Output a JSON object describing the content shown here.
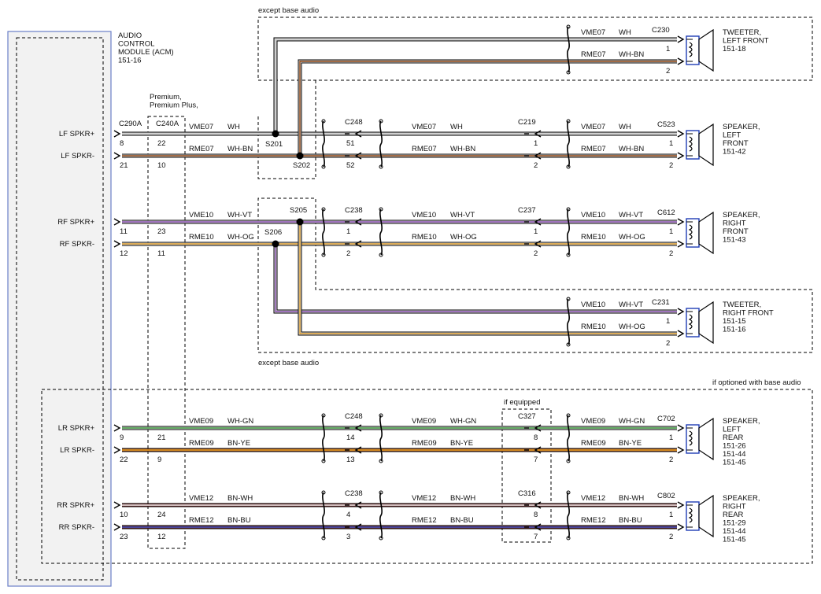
{
  "module": {
    "title": "AUDIO\nCONTROL\nMODULE (ACM)\n151-16"
  },
  "connectors": {
    "acm": "C290A",
    "premium": "C240A",
    "premium_note": "Premium,\nPremium Plus,"
  },
  "notes": {
    "except_base_top": "except base audio",
    "except_base_mid": "except base audio",
    "if_optioned": "if optioned with base audio",
    "if_equipped": "if equipped"
  },
  "splices": [
    "S201",
    "S202",
    "S205",
    "S206"
  ],
  "channels": [
    {
      "id": "lf",
      "wires": [
        {
          "label": "LF SPKR+",
          "pin_acm": "8",
          "pin_prem": "22",
          "circuit": "VME07",
          "color_name": "WH",
          "inline1": {
            "name": "C248",
            "pin": "51"
          },
          "inline2": {
            "name": "C219",
            "pin": "1"
          },
          "spk_pin": "1",
          "stroke": "#cfcfcf",
          "stripe": null
        },
        {
          "label": "LF SPKR-",
          "pin_acm": "21",
          "pin_prem": "10",
          "circuit": "RME07",
          "color_name": "WH-BN",
          "inline1": {
            "name": "",
            "pin": "52"
          },
          "inline2": {
            "name": "",
            "pin": "2"
          },
          "spk_pin": "2",
          "stroke": "#e5e5e5",
          "stripe": "#8b4513"
        }
      ],
      "speaker": {
        "connector": "C523",
        "name": "SPEAKER,\nLEFT\nFRONT\n151-42"
      },
      "tweeter": {
        "connector": "C230",
        "name": "TWEETER,\nLEFT FRONT\n151-18"
      }
    },
    {
      "id": "rf",
      "wires": [
        {
          "label": "RF SPKR+",
          "pin_acm": "11",
          "pin_prem": "23",
          "circuit": "VME10",
          "color_name": "WH-VT",
          "inline1": {
            "name": "C238",
            "pin": "1"
          },
          "inline2": {
            "name": "C237",
            "pin": "1"
          },
          "spk_pin": "1",
          "stroke": "#e5e5e5",
          "stripe": "#8a4fb0"
        },
        {
          "label": "RF SPKR-",
          "pin_acm": "12",
          "pin_prem": "11",
          "circuit": "RME10",
          "color_name": "WH-OG",
          "inline1": {
            "name": "",
            "pin": "2"
          },
          "inline2": {
            "name": "",
            "pin": "2"
          },
          "spk_pin": "2",
          "stroke": "#e5e5e5",
          "stripe": "#d99a2b"
        }
      ],
      "speaker": {
        "connector": "C612",
        "name": "SPEAKER,\nRIGHT\nFRONT\n151-43"
      },
      "tweeter": {
        "connector": "C231",
        "name": "TWEETER,\nRIGHT FRONT\n151-15\n151-16"
      }
    },
    {
      "id": "lr",
      "wires": [
        {
          "label": "LR SPKR+",
          "pin_acm": "9",
          "pin_prem": "21",
          "circuit": "VME09",
          "color_name": "WH-GN",
          "inline1": {
            "name": "C248",
            "pin": "14"
          },
          "inline2": {
            "name": "C327",
            "pin": "8"
          },
          "spk_pin": "1",
          "stroke": "#e5e5e5",
          "stripe": "#3c9a3c"
        },
        {
          "label": "LR SPKR-",
          "pin_acm": "22",
          "pin_prem": "9",
          "circuit": "RME09",
          "color_name": "BN-YE",
          "inline1": {
            "name": "",
            "pin": "13"
          },
          "inline2": {
            "name": "",
            "pin": "7"
          },
          "spk_pin": "2",
          "stroke": "#a0522d",
          "stripe": "#e8a020"
        }
      ],
      "speaker": {
        "connector": "C702",
        "name": "SPEAKER,\nLEFT\nREAR\n151-26\n151-44\n151-45"
      }
    },
    {
      "id": "rr",
      "wires": [
        {
          "label": "RR SPKR+",
          "pin_acm": "10",
          "pin_prem": "24",
          "circuit": "VME12",
          "color_name": "BN-WH",
          "inline1": {
            "name": "C238",
            "pin": "4"
          },
          "inline2": {
            "name": "C316",
            "pin": "8"
          },
          "spk_pin": "1",
          "stroke": "#7b2d2d",
          "stripe": "#f0f0f0"
        },
        {
          "label": "RR SPKR-",
          "pin_acm": "23",
          "pin_prem": "12",
          "circuit": "RME12",
          "color_name": "BN-BU",
          "inline1": {
            "name": "",
            "pin": "3"
          },
          "inline2": {
            "name": "",
            "pin": "7"
          },
          "spk_pin": "2",
          "stroke": "#7b2d2d",
          "stripe": "#3a4fc0"
        }
      ],
      "speaker": {
        "connector": "C802",
        "name": "SPEAKER,\nRIGHT\nREAR\n151-29\n151-44\n151-45"
      }
    }
  ]
}
